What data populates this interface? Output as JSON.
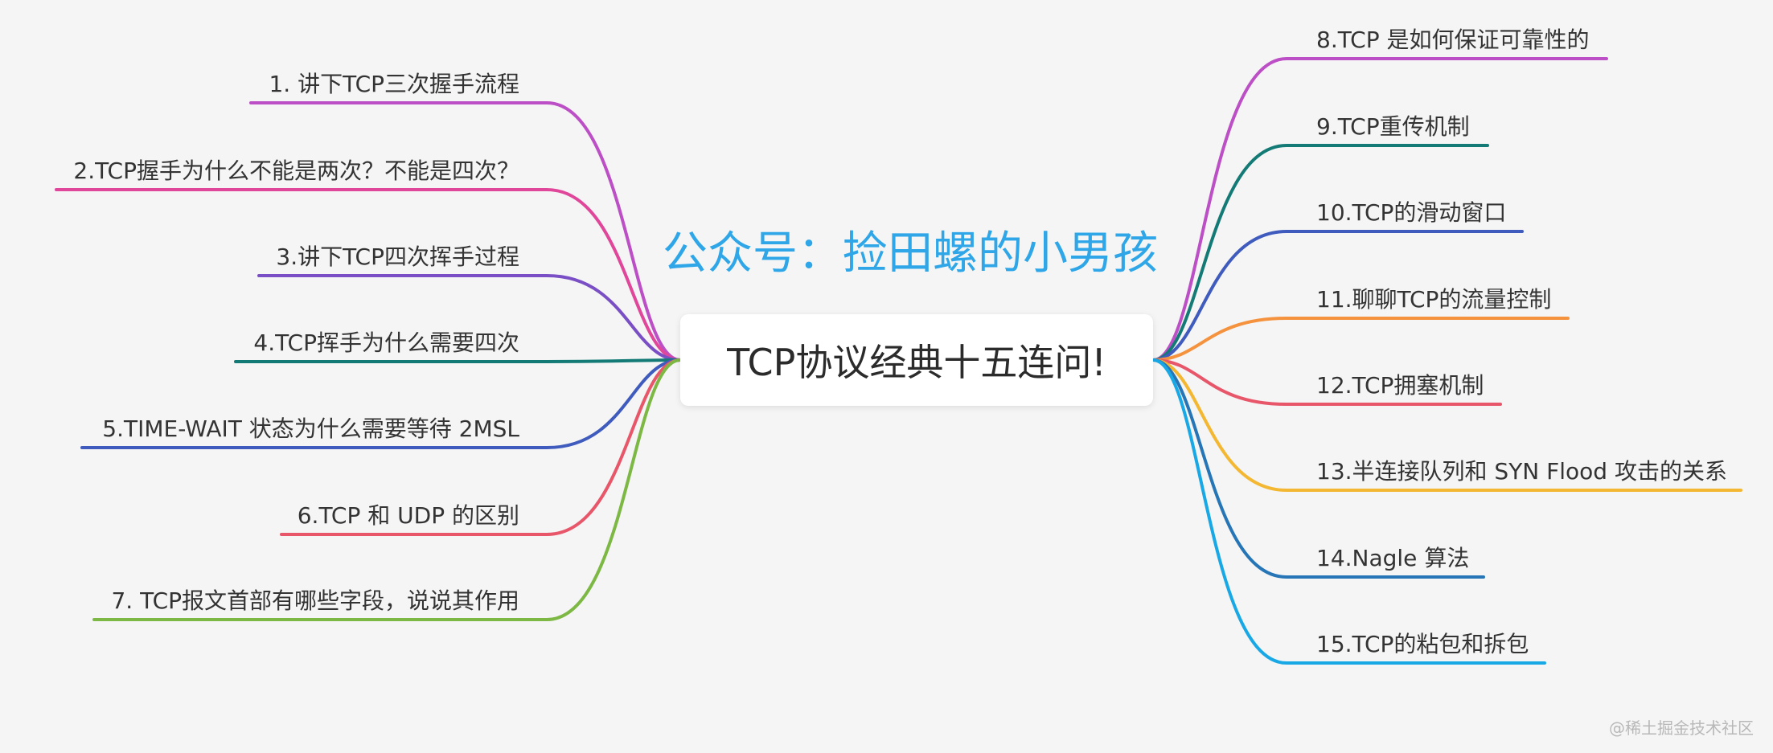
{
  "center": {
    "title": "TCP协议经典十五连问!"
  },
  "promo": {
    "text": "公众号：捡田螺的小男孩"
  },
  "watermark": {
    "text": "@稀土掘金技术社区"
  },
  "branches": {
    "left": [
      {
        "label": "1. 讲下TCP三次握手流程",
        "color": "#bd4fc6"
      },
      {
        "label": "2.TCP握手为什么不能是两次？不能是四次？",
        "color": "#e0479a"
      },
      {
        "label": "3.讲下TCP四次挥手过程",
        "color": "#7a4fc5"
      },
      {
        "label": "4.TCP挥手为什么需要四次",
        "color": "#137a76"
      },
      {
        "label": "5.TIME-WAIT 状态为什么需要等待 2MSL",
        "color": "#3e5bbd"
      },
      {
        "label": "6.TCP 和 UDP 的区别",
        "color": "#e8566a"
      },
      {
        "label": "7. TCP报文首部有哪些字段，说说其作用",
        "color": "#7cb843"
      }
    ],
    "right": [
      {
        "label": "8.TCP 是如何保证可靠性的",
        "color": "#bd4fc6"
      },
      {
        "label": "9.TCP重传机制",
        "color": "#137a76"
      },
      {
        "label": "10.TCP的滑动窗口",
        "color": "#3e5bbd"
      },
      {
        "label": "11.聊聊TCP的流量控制",
        "color": "#f5923e"
      },
      {
        "label": "12.TCP拥塞机制",
        "color": "#e8566a"
      },
      {
        "label": "13.半连接队列和 SYN Flood 攻击的关系",
        "color": "#f4b731"
      },
      {
        "label": "14.Nagle 算法",
        "color": "#2675b6"
      },
      {
        "label": "15.TCP的粘包和拆包",
        "color": "#19a8e6"
      }
    ]
  }
}
